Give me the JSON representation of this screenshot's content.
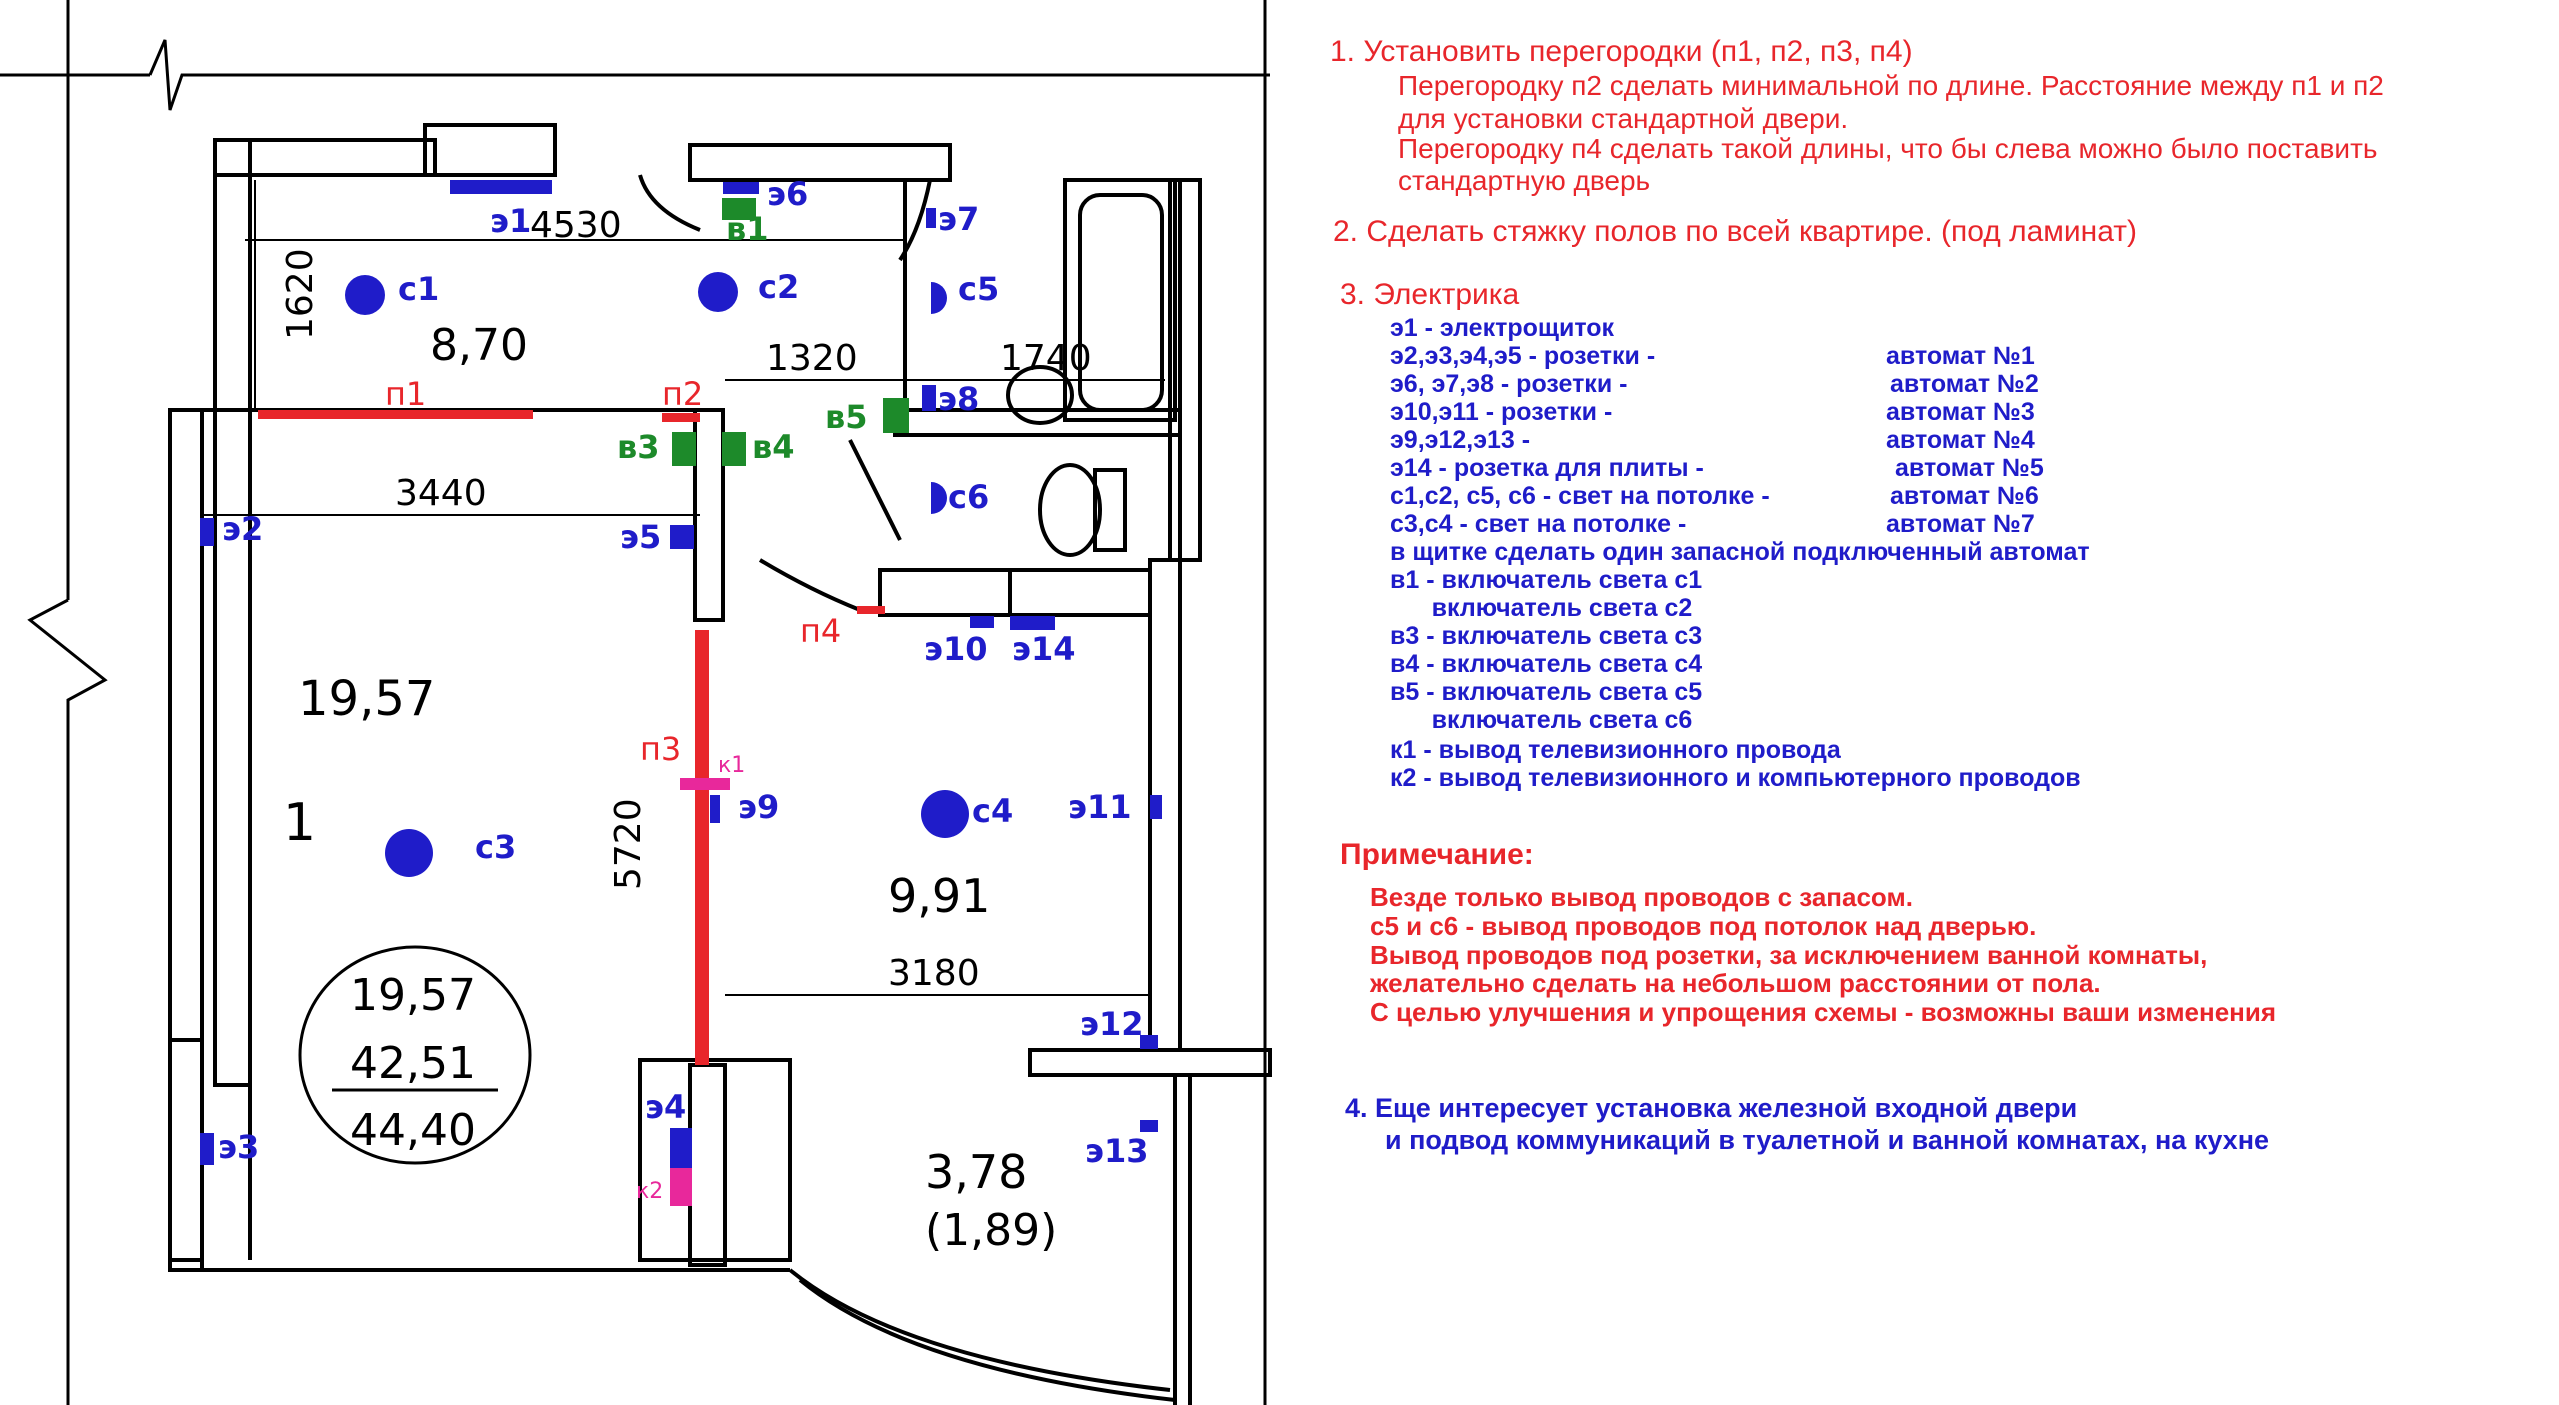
{
  "plan": {
    "areas": {
      "room1_area": "8,70",
      "room_big_area": "19,57",
      "room_big_num": "1",
      "room2_area": "9,91",
      "balcony_area": "3,78",
      "balcony_half": "(1,89)",
      "summary_1": "19,57",
      "summary_2": "42,51",
      "summary_3": "44,40"
    },
    "dimensions": {
      "d4530": "4530",
      "d1620": "1620",
      "d1320": "1320",
      "d1740": "1740",
      "d3440": "3440",
      "d5720": "5720",
      "d3180": "3180"
    },
    "partitions": {
      "p1": "п1",
      "p2": "п2",
      "p3": "п3",
      "p4": "п4"
    },
    "lights": {
      "c1": "с1",
      "c2": "с2",
      "c3": "с3",
      "c4": "с4",
      "c5": "с5",
      "c6": "с6"
    },
    "sockets": {
      "e1": "э1",
      "e2": "э2",
      "e3": "э3",
      "e4": "э4",
      "e5": "э5",
      "e6": "э6",
      "e7": "э7",
      "e8": "э8",
      "e9": "э9",
      "e10": "э10",
      "e11": "э11",
      "e12": "э12",
      "e13": "э13",
      "e14": "э14"
    },
    "switches": {
      "v1": "в1",
      "v3": "в3",
      "v4": "в4",
      "v5": "в5"
    },
    "tv": {
      "k1": "к1",
      "k2": "к2"
    },
    "colors": {
      "red": "#e8262b",
      "blue": "#1f1cc9",
      "green": "#1d8a2a",
      "magenta": "#e8289b"
    }
  },
  "notes": {
    "item1_title": "1. Установить перегородки (п1, п2, п3, п4)",
    "item1_line1": "Перегородку п2 сделать минимальной по длине. Расстояние между п1 и п2",
    "item1_line2": "для установки стандартной двери.",
    "item1_line3": "Перегородку п4 сделать такой длины, что бы слева можно было поставить",
    "item1_line4": "стандартную дверь",
    "item2_title": "2. Сделать стяжку полов по всей квартире. (под ламинат)",
    "item3_title": "3. Электрика",
    "electric": [
      {
        "label": "э1 - электрощиток",
        "breaker": ""
      },
      {
        "label": "э2,э3,э4,э5 - розетки -",
        "breaker": "автомат №1"
      },
      {
        "label": "э6, э7,э8 - розетки -",
        "breaker": "автомат №2"
      },
      {
        "label": "э10,э11 - розетки -",
        "breaker": "автомат №3"
      },
      {
        "label": "э9,э12,э13 -",
        "breaker": "автомат №4"
      },
      {
        "label": "э14 - розетка для плиты -",
        "breaker": "автомат №5"
      },
      {
        "label": "с1,с2, с5, с6 - свет на потолке -",
        "breaker": "автомат №6"
      },
      {
        "label": "с3,с4 - свет на потолке -",
        "breaker": "автомат №7"
      },
      {
        "label": "в щитке сделать один запасной подключенный автомат",
        "breaker": ""
      },
      {
        "label": "в1 - включатель света с1",
        "breaker": ""
      },
      {
        "label": "      включатель света с2",
        "breaker": ""
      },
      {
        "label": "в3 - включатель света с3",
        "breaker": ""
      },
      {
        "label": "в4 - включатель света с4",
        "breaker": ""
      },
      {
        "label": "в5 - включатель света с5",
        "breaker": ""
      },
      {
        "label": "      включатель света с6",
        "breaker": ""
      },
      {
        "label": "к1 - вывод телевизионного провода",
        "breaker": ""
      },
      {
        "label": "к2 - вывод телевизионного и компьютерного проводов",
        "breaker": ""
      }
    ],
    "remark_title": "Примечание:",
    "remarks": [
      "Везде только вывод проводов с запасом.",
      "с5 и с6 - вывод проводов под потолок над дверью.",
      "Вывод проводов под розетки, за исключением ванной комнаты,",
      "желательно сделать на небольшом расстоянии от пола.",
      "С целью улучшения и упрощения схемы - возможны ваши изменения"
    ],
    "item4_line1": "4. Еще интересует установка железной входной двери",
    "item4_line2": "и подвод коммуникаций в туалетной и ванной комнатах, на кухне"
  }
}
